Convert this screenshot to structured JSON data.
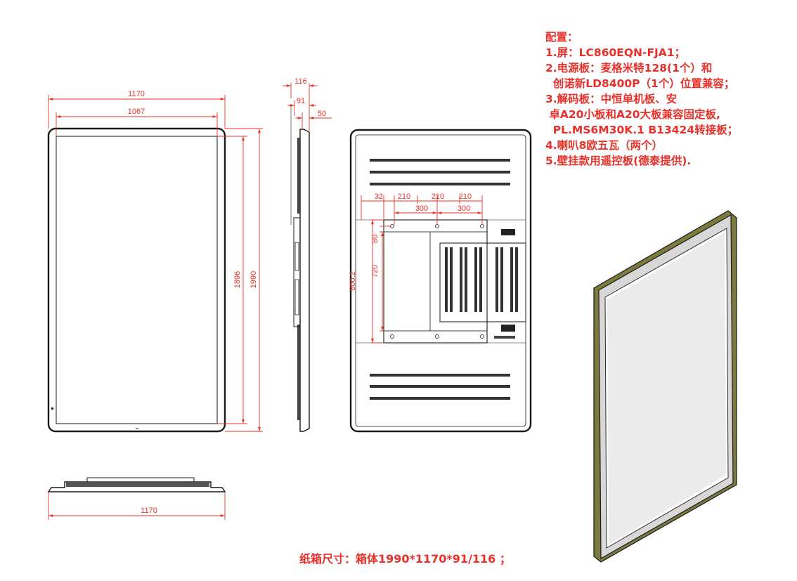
{
  "dimensions": {
    "front_width": "1170",
    "front_inner_width": "1067",
    "front_inner_height": "1896",
    "front_height": "1990",
    "side_depth_total": "116",
    "side_depth_body": "91",
    "side_depth_thin": "50",
    "back_32": "32",
    "back_210_a": "210",
    "back_210_b": "210",
    "back_210_c": "210",
    "back_300_a": "300",
    "back_300_b": "300",
    "back_80": "80",
    "back_720": "720",
    "back_vertical": "800.2",
    "bottom_width": "1170"
  },
  "spec_lines": [
    "配置：",
    "1.屏：LC860EQN-FJA1；",
    "2.电源板：麦格米特128(1个）和",
    "  创诺新LD8400P（1个）位置兼容；",
    "3.解码板：中恒单机板、安",
    " 卓A20小板和A20大板兼容固定板,",
    "  PL.MS6M30K.1 B13424转接板；",
    "4.喇叭8欧五瓦（两个）",
    "5.壁挂款用遥控板(德泰提供)."
  ],
  "carton_size": "纸箱尺寸：箱体1990*1170*91/116 ；",
  "colors": {
    "annotation": "#e8312a",
    "line": "#1a1a1a",
    "bezel_accent": "#7d7a3e"
  }
}
